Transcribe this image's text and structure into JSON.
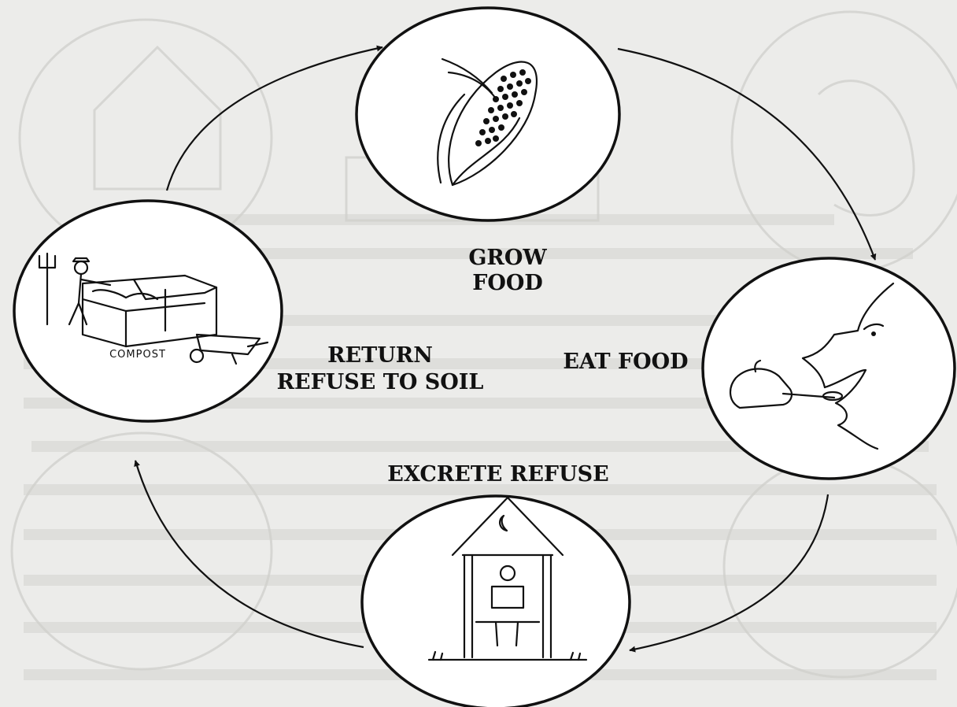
{
  "stages": {
    "grow": {
      "line1": "GROW",
      "line2": "FOOD"
    },
    "eat": {
      "label": "EAT FOOD"
    },
    "excrete": {
      "label": "EXCRETE REFUSE"
    },
    "return": {
      "line1": "RETURN",
      "line2": "REFUSE TO SOIL"
    }
  },
  "compost_sign": "COMPOST"
}
